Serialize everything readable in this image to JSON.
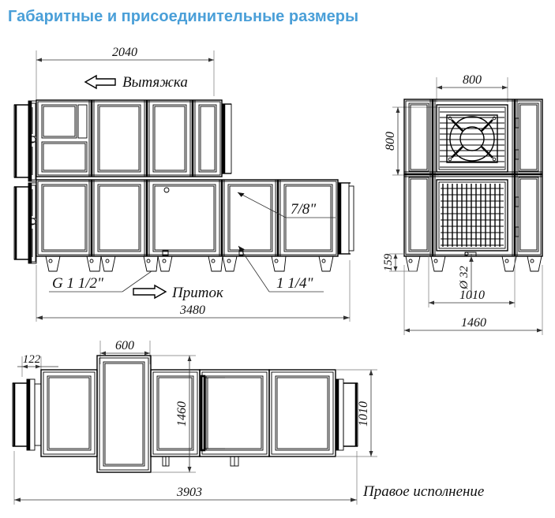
{
  "title": "Габаритные и присоединительные размеры",
  "accent_color": "#4a9fd8",
  "line_color": "#000000",
  "views": {
    "side": {
      "name": "side-elevation",
      "dimensions": {
        "top_width": "2040",
        "overall_length": "3480"
      },
      "labels": {
        "exhaust": "Вытяжка",
        "supply": "Приток",
        "drain_large": "G 1 1/2\"",
        "pipe_seven_eighths": "7/8\"",
        "pipe_one_quarter": "1 1/4\""
      }
    },
    "end": {
      "name": "end-elevation",
      "dimensions": {
        "grille_width": "800",
        "grille_height": "800",
        "leg_height": "159",
        "inner_width": "1010",
        "overall_width": "1460",
        "drain_diameter": "Ø 32"
      }
    },
    "plan": {
      "name": "plan-view",
      "dimensions": {
        "flange_offset": "122",
        "module_width": "600",
        "body_depth": "1460",
        "duct_depth": "1010",
        "overall_length": "3903"
      },
      "labels": {
        "hand": "Правое исполнение"
      }
    }
  }
}
